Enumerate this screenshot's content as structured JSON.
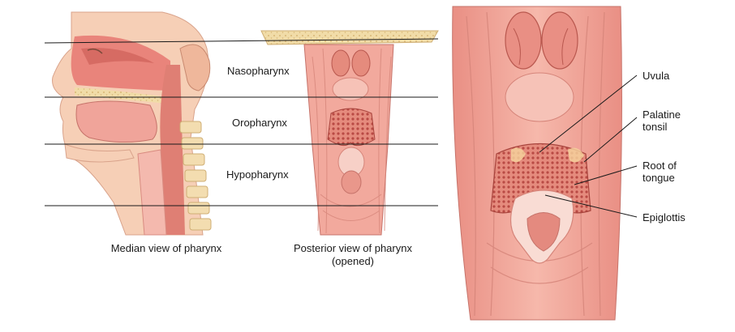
{
  "regions": {
    "nasopharynx": "Nasopharynx",
    "oropharynx": "Oropharynx",
    "hypopharynx": "Hypopharynx"
  },
  "captions": {
    "median": "Median view of pharynx",
    "posterior_line1": "Posterior view of pharynx",
    "posterior_line2": "(opened)"
  },
  "callouts": {
    "uvula": "Uvula",
    "palatine_line1": "Palatine",
    "palatine_line2": "tonsil",
    "root_line1": "Root of",
    "root_line2": "tongue",
    "epiglottis": "Epiglottis"
  },
  "colors": {
    "tissue": "#f0a49a",
    "tissue_dark": "#d9786e",
    "skin": "#f6cfb6",
    "bone": "#f3ddb0",
    "tonsil": "#d9625a"
  }
}
